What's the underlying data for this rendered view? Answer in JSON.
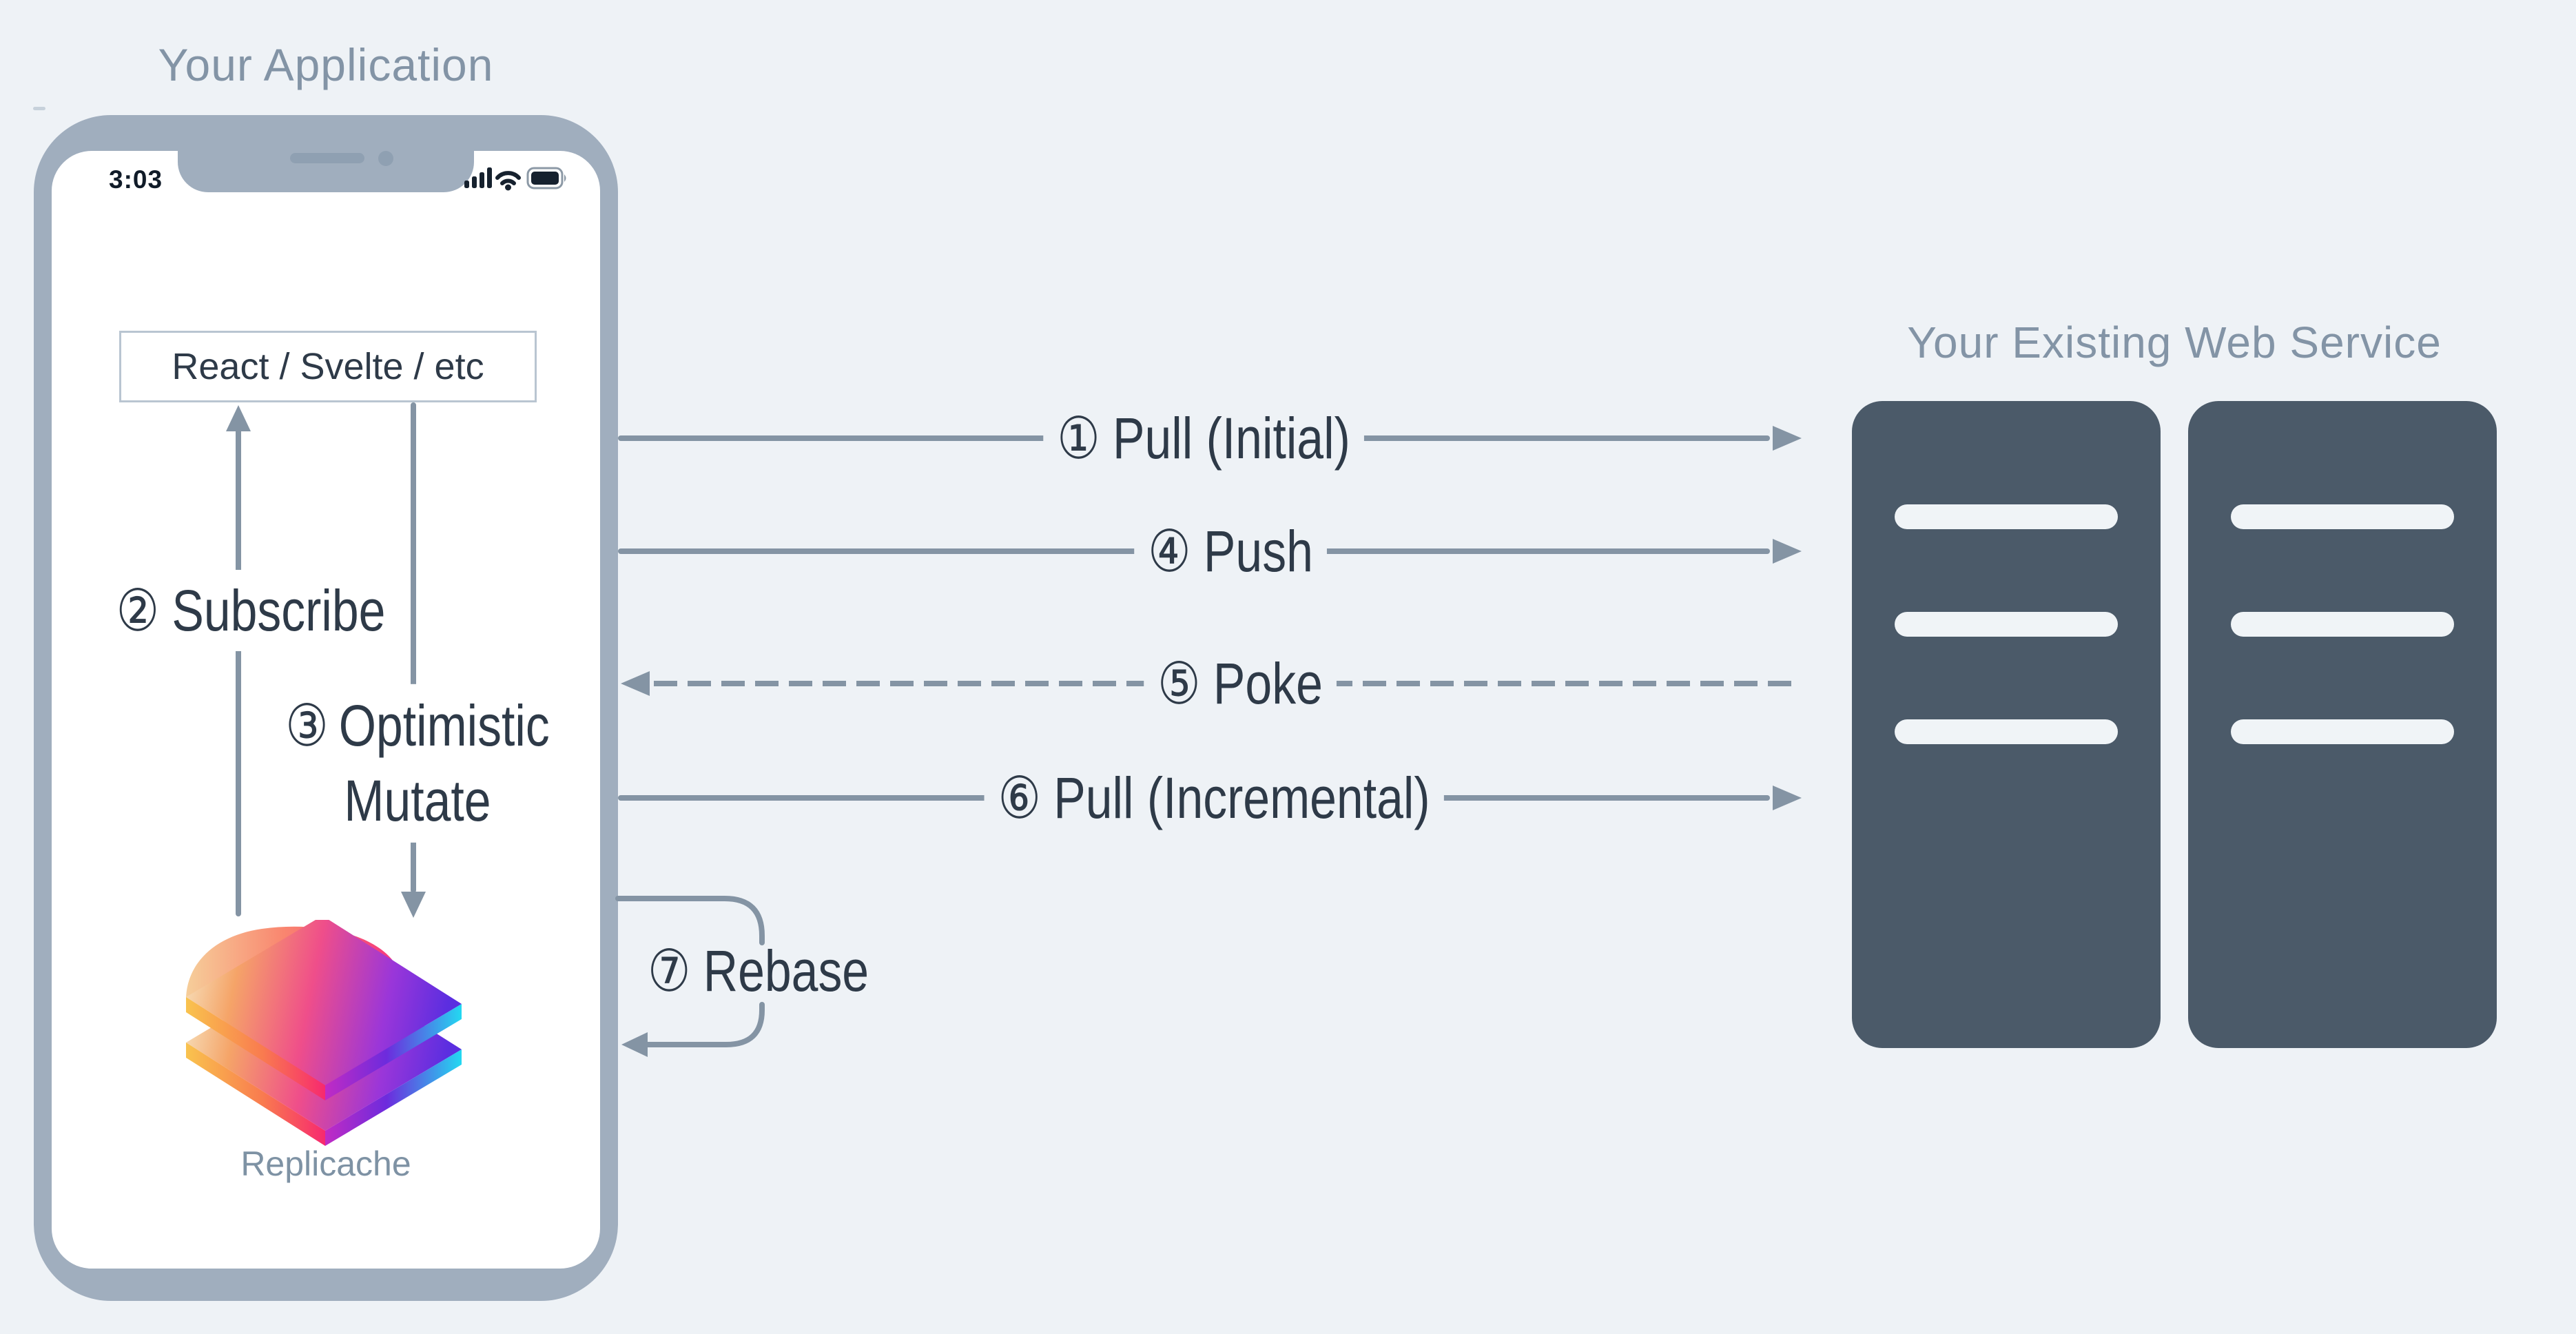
{
  "app": {
    "title": "Your Application",
    "status_bar": {
      "time": "3:03",
      "icons": [
        "signal-bars-icon",
        "wifi-icon",
        "battery-icon"
      ]
    },
    "ui_box": "React / Svelte / etc",
    "logo": "replicache-logo",
    "logo_caption": "Replicache"
  },
  "service": {
    "title": "Your Existing Web Service",
    "racks": 2,
    "slots_per_rack": 3
  },
  "flows": {
    "internal": [
      {
        "num": "②",
        "label": "Subscribe",
        "direction": "up",
        "style": "solid"
      },
      {
        "num": "③",
        "label": "Optimistic Mutate",
        "direction": "down",
        "style": "solid"
      }
    ],
    "network": [
      {
        "num": "①",
        "label": "Pull (Initial)",
        "direction": "right",
        "style": "solid"
      },
      {
        "num": "④",
        "label": "Push",
        "direction": "right",
        "style": "solid"
      },
      {
        "num": "⑤",
        "label": "Poke",
        "direction": "left",
        "style": "dashed"
      },
      {
        "num": "⑥",
        "label": "Pull (Incremental)",
        "direction": "right",
        "style": "solid"
      },
      {
        "num": "⑦",
        "label": "Rebase",
        "direction": "loop-left",
        "style": "loop"
      }
    ]
  },
  "colors": {
    "background": "#EEF2F6",
    "arrow": "#8494A4",
    "label_text": "#2E3A48",
    "muted_title": "#8394A6",
    "phone_frame": "#A0AEBE",
    "server_slate": "#4B5A69",
    "logo_gradient": [
      "#F6E9C8",
      "#F5A468",
      "#EF4E8A",
      "#9A36D9",
      "#5B2EE0",
      "#23D9F1"
    ]
  }
}
